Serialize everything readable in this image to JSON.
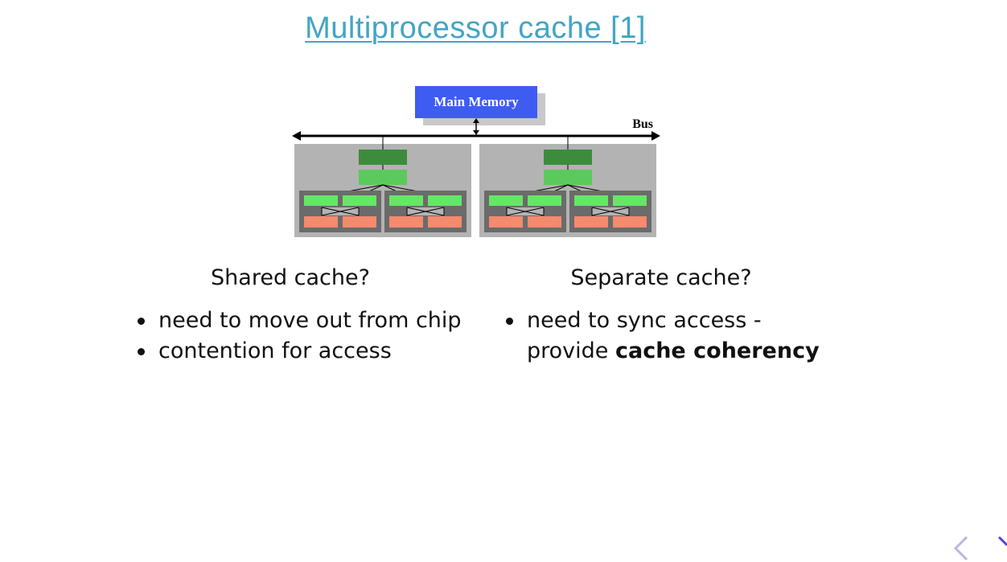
{
  "slide": {
    "title": "Multiprocessor cache [1]",
    "diagram": {
      "memory_label": "Main Memory",
      "bus_label": "Bus",
      "colors": {
        "memory": "#3f5cf2",
        "board": "#b3b3b3",
        "dark_cache": "#3d8c3d",
        "light_cache": "#5cc95c",
        "l1_cache": "#66e666",
        "core": "#f58a6e",
        "core_frame": "#6b6b6b"
      }
    },
    "columns": [
      {
        "heading": "Shared cache?",
        "bullets": [
          "need to move out from chip",
          "contention for access"
        ]
      },
      {
        "heading": "Separate cache?",
        "bullet_text": "need to sync access - provide ",
        "bullet_bold": "cache coherency"
      }
    ]
  },
  "nav": {
    "prev_icon": "chevron-left-icon",
    "next_icon": "chevron-right-icon"
  }
}
